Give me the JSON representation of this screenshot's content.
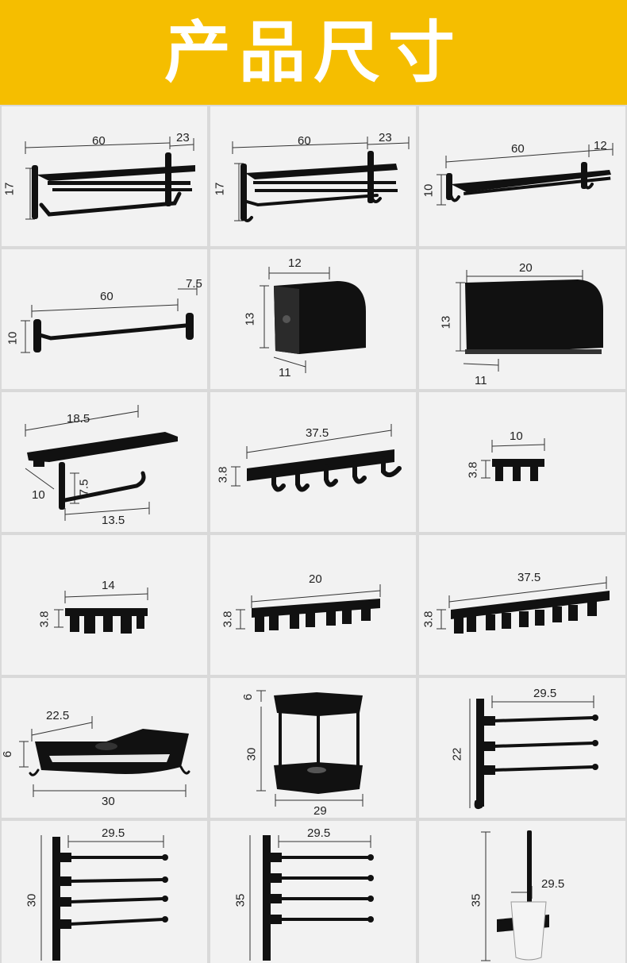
{
  "banner": {
    "title": "产品尺寸"
  },
  "colors": {
    "accent": "#f5be00",
    "product": "#111111",
    "cell_bg": "#f2f2f2",
    "divider": "#d9d9d9"
  },
  "products": [
    {
      "name": "double-towel-shelf",
      "dims": [
        "60",
        "23",
        "17"
      ]
    },
    {
      "name": "double-towel-shelf-hooks",
      "dims": [
        "60",
        "23",
        "17"
      ]
    },
    {
      "name": "towel-rack-hooks",
      "dims": [
        "60",
        "12",
        "10"
      ]
    },
    {
      "name": "single-towel-bar",
      "dims": [
        "60",
        "7.5",
        "10"
      ]
    },
    {
      "name": "paper-box-small",
      "dims": [
        "12",
        "13",
        "11"
      ]
    },
    {
      "name": "paper-box-large",
      "dims": [
        "20",
        "13",
        "11"
      ]
    },
    {
      "name": "phone-shelf-paper-holder",
      "dims": [
        "18.5",
        "10",
        "7.5",
        "13.5"
      ]
    },
    {
      "name": "hook-rail-5",
      "dims": [
        "37.5",
        "3.8"
      ]
    },
    {
      "name": "mop-holder-1",
      "dims": [
        "10",
        "3.8"
      ]
    },
    {
      "name": "mop-holder-2",
      "dims": [
        "14",
        "3.8"
      ]
    },
    {
      "name": "mop-holder-3",
      "dims": [
        "20",
        "3.8"
      ]
    },
    {
      "name": "mop-holder-4",
      "dims": [
        "37.5",
        "3.8"
      ]
    },
    {
      "name": "corner-basket-single",
      "dims": [
        "22.5",
        "6",
        "30"
      ]
    },
    {
      "name": "corner-basket-double",
      "dims": [
        "6",
        "30",
        "29"
      ]
    },
    {
      "name": "swing-towel-bar-3",
      "dims": [
        "29.5",
        "22"
      ]
    },
    {
      "name": "swing-towel-bar-4",
      "dims": [
        "29.5",
        "30"
      ]
    },
    {
      "name": "swing-towel-bar-5",
      "dims": [
        "29.5",
        "35"
      ]
    },
    {
      "name": "toilet-brush-holder",
      "dims": [
        "29.5",
        "35"
      ]
    }
  ]
}
